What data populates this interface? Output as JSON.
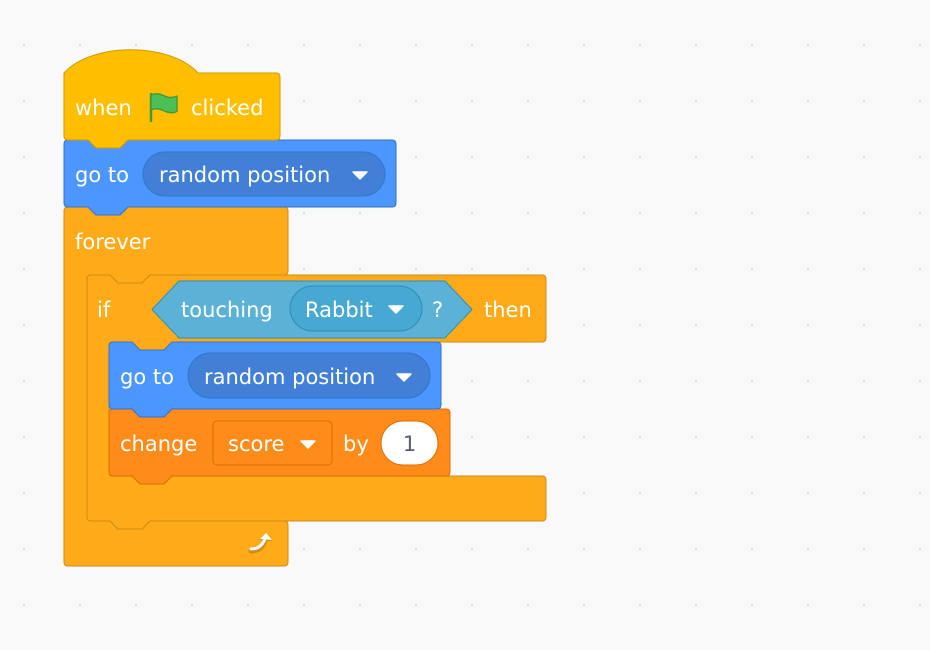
{
  "workspace": {
    "script": {
      "hat": {
        "label_when": "when",
        "label_clicked": "clicked",
        "icon": "green-flag-icon"
      },
      "goto_1": {
        "label": "go to",
        "target": "random position"
      },
      "forever": {
        "label": "forever",
        "loop_icon": "loop-arrow-icon"
      },
      "if_block": {
        "label_if": "if",
        "label_then": "then",
        "condition": {
          "label": "touching",
          "object": "Rabbit",
          "suffix": "?"
        }
      },
      "goto_2": {
        "label": "go to",
        "target": "random position"
      },
      "change_block": {
        "label_change": "change",
        "variable": "score",
        "label_by": "by",
        "value": "1"
      }
    }
  },
  "colors": {
    "events": "#ffbf00",
    "motion": "#4c97ff",
    "motion_menu": "#4280d7",
    "control": "#ffab19",
    "sensing": "#5cb1d6",
    "sensing_menu": "#47a8d1",
    "variables": "#ff8c1a",
    "flag": "#4cbf56"
  }
}
